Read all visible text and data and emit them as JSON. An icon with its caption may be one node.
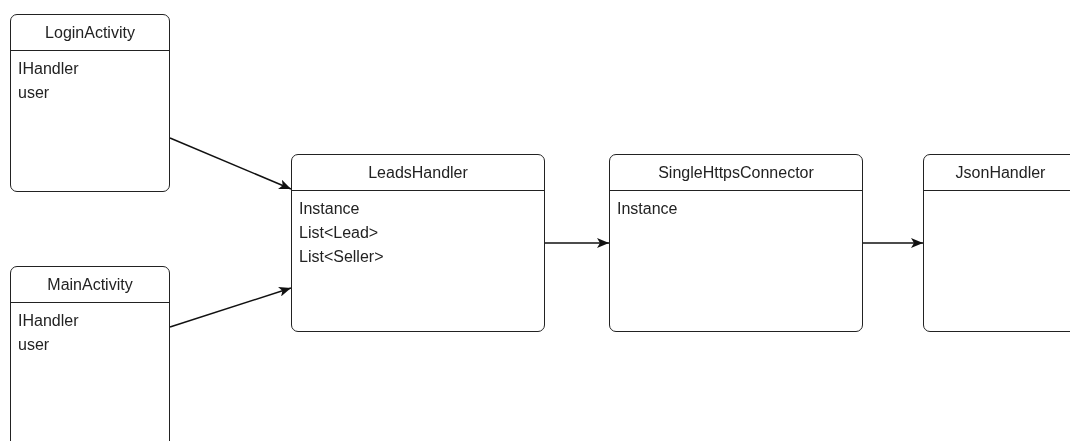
{
  "diagram": {
    "nodes": [
      {
        "text": [
          "LoginActivity",
          "IHandler",
          "user"
        ]
      },
      {
        "text": [
          "MainActivity",
          "IHandler",
          "user"
        ]
      },
      {
        "text": [
          "LeadsHandler",
          "Instance",
          "List<Lead>",
          "List<Seller>"
        ]
      },
      {
        "text": [
          "SingleHttpsConnector",
          "Instance"
        ]
      },
      {
        "text": [
          "JsonHandler"
        ]
      }
    ],
    "edges": [
      {
        "from": 0,
        "to": 2,
        "arrow": "to"
      },
      {
        "from": 1,
        "to": 2,
        "arrow": "to"
      },
      {
        "from": 2,
        "to": 3,
        "arrow": "to"
      },
      {
        "from": 3,
        "to": 4,
        "arrow": "to"
      }
    ]
  }
}
